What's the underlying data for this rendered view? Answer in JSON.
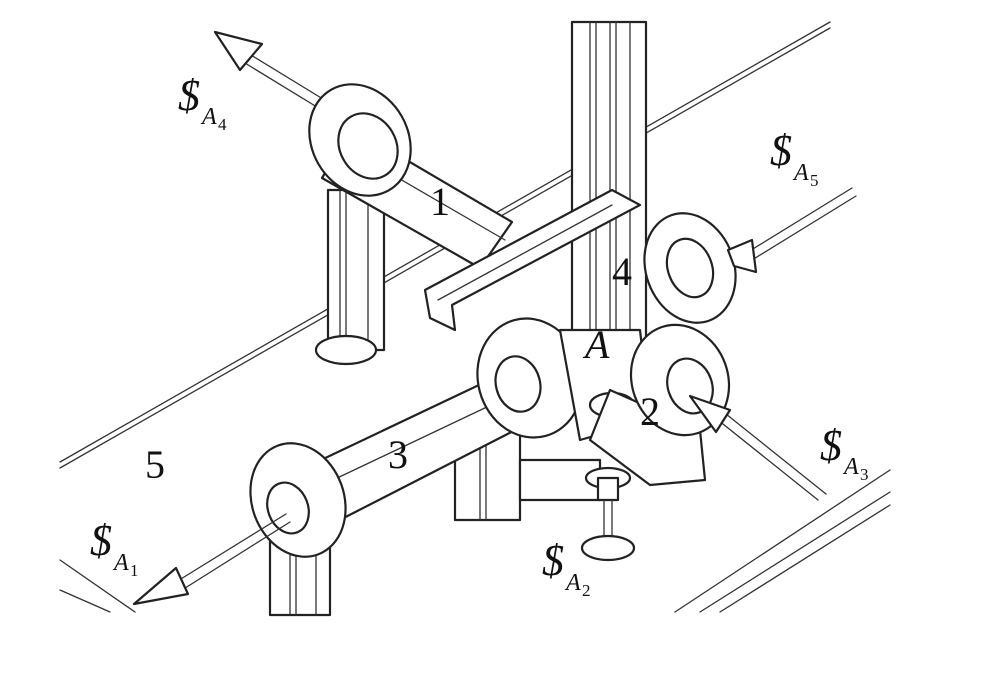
{
  "parts": {
    "p1": "1",
    "p2": "2",
    "p3": "3",
    "p4": "4",
    "p5": "5"
  },
  "point": "A",
  "screws": {
    "symbol": "$",
    "base": "A",
    "s1": "1",
    "s2": "2",
    "s3": "3",
    "s4": "4",
    "s5": "5"
  }
}
